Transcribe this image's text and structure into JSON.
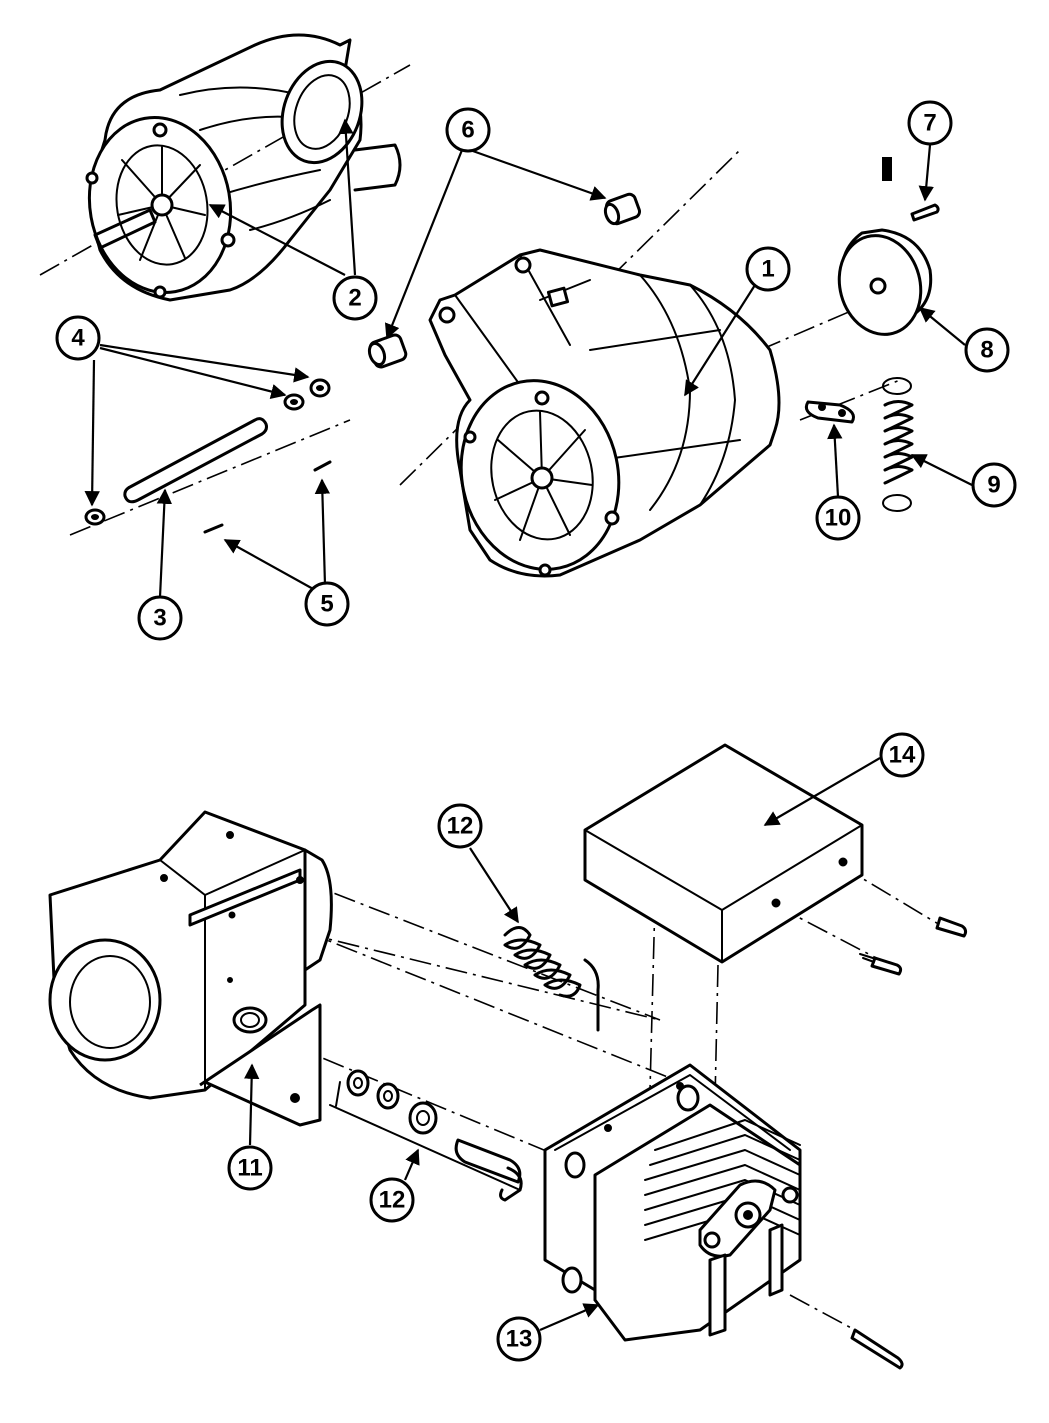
{
  "callouts": [
    {
      "id": "c1",
      "label": "1"
    },
    {
      "id": "c2",
      "label": "2"
    },
    {
      "id": "c3",
      "label": "3"
    },
    {
      "id": "c4",
      "label": "4"
    },
    {
      "id": "c5",
      "label": "5"
    },
    {
      "id": "c6",
      "label": "6"
    },
    {
      "id": "c7",
      "label": "7"
    },
    {
      "id": "c8",
      "label": "8"
    },
    {
      "id": "c9",
      "label": "9"
    },
    {
      "id": "c10",
      "label": "10"
    },
    {
      "id": "c11",
      "label": "11"
    },
    {
      "id": "c12a",
      "label": "12"
    },
    {
      "id": "c12b",
      "label": "12"
    },
    {
      "id": "c13",
      "label": "13"
    },
    {
      "id": "c14",
      "label": "14"
    }
  ]
}
